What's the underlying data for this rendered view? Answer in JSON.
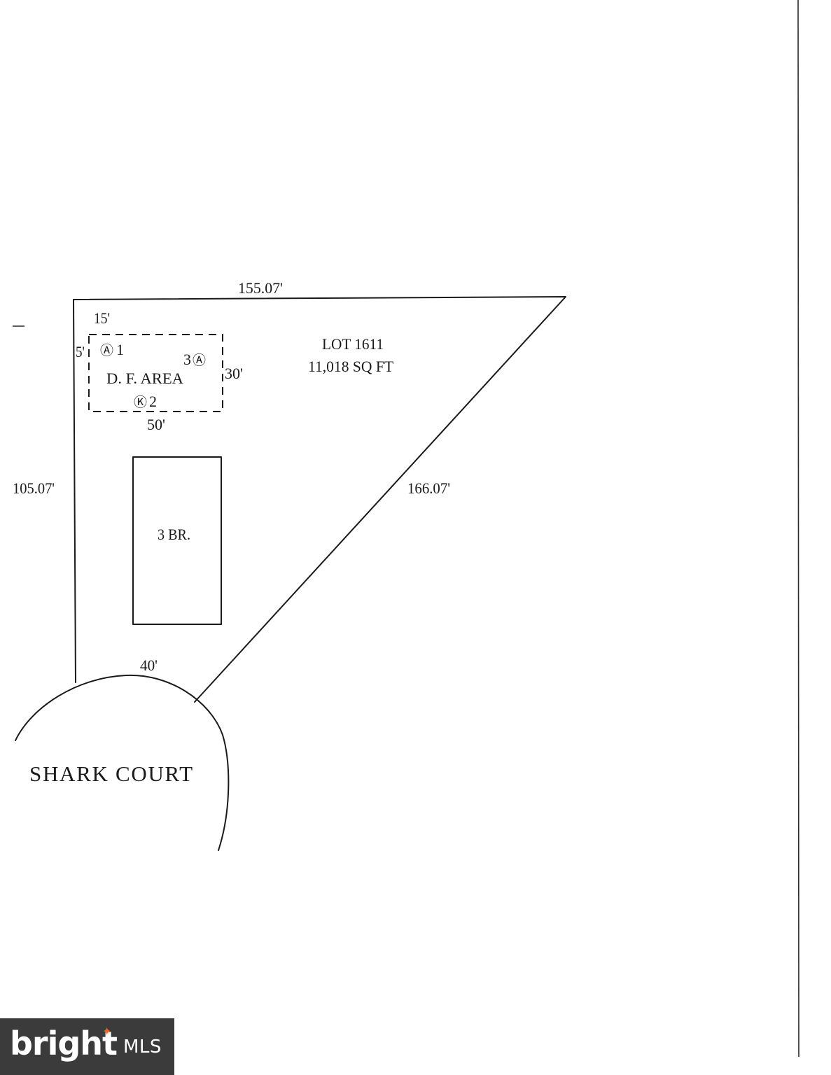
{
  "lot": {
    "label": "LOT 1611",
    "area": "11,018 SQ FT"
  },
  "dimensions": {
    "top": "155.07'",
    "left": "105.07'",
    "diagonal": "166.07'",
    "frontage": "40'",
    "setback_top": "15'",
    "setback_side": "5'",
    "df_width": "50'",
    "df_depth": "30'"
  },
  "df_area": {
    "label": "D. F. AREA",
    "markers": [
      {
        "symbol": "Ⓐ",
        "number": "1"
      },
      {
        "symbol": "Ⓚ",
        "number": "2"
      },
      {
        "symbol": "Ⓐ",
        "number": "3"
      }
    ]
  },
  "house": {
    "label": "3 BR."
  },
  "street": {
    "label": "SHARK COURT"
  },
  "logo": {
    "brand": "bright",
    "suffix": "MLS",
    "accent_color": "#f26522",
    "background_color": "#3b3b3c"
  }
}
